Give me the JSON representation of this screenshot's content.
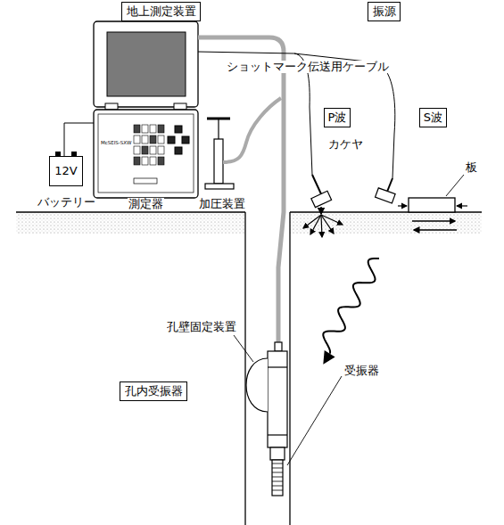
{
  "diagram": {
    "nodes": [
      {
        "text": [
          "地上測定装置"
        ]
      },
      {
        "text": [
          "振源"
        ]
      },
      {
        "text": [
          "12V",
          "バッテリー"
        ]
      },
      {
        "text": [
          "P波"
        ]
      },
      {
        "text": [
          "S波"
        ]
      },
      {
        "text": [
          "孔内受振器"
        ]
      }
    ],
    "labels": [
      "ショットマーク伝送用ケーブル",
      "カケヤ",
      "板",
      "測定器",
      "加圧装置",
      "孔壁固定装置",
      "受振器",
      "McSEIS-SXW"
    ]
  }
}
